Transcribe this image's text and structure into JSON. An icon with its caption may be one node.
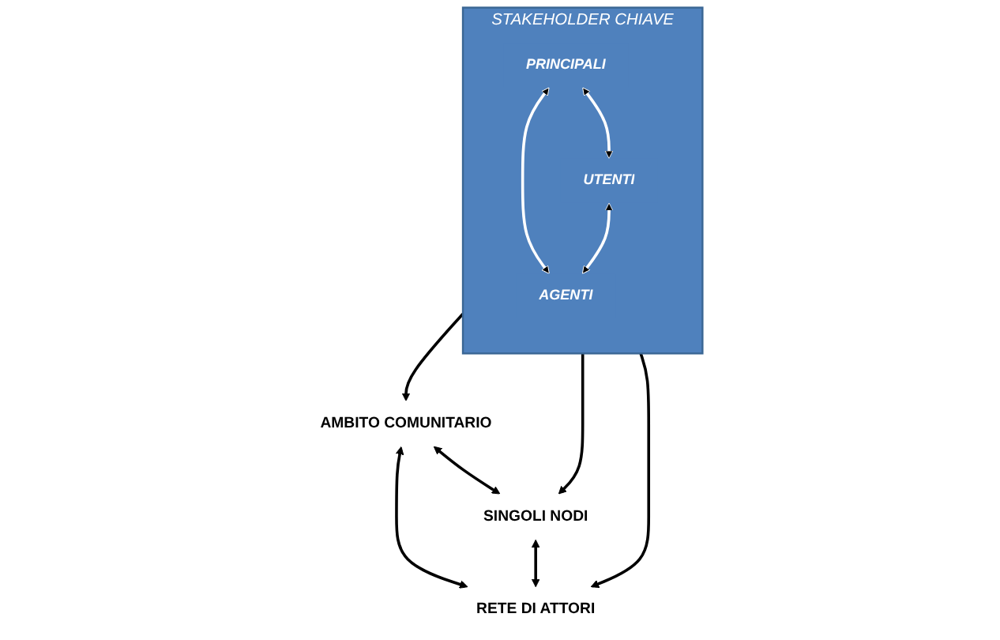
{
  "diagram": {
    "nodes": [
      {
        "text": [
          "AMBITO COMUNITARIO"
        ]
      },
      {
        "text": [
          "STAKEHOLDER CHIAVE"
        ]
      },
      {
        "text": [
          "PRINCIPALI"
        ],
        "in": 1
      },
      {
        "text": [
          "UTENTI"
        ],
        "in": 1
      },
      {
        "text": [
          "AGENTI"
        ],
        "in": 1
      },
      {
        "text": [
          "SINGOLI NODI"
        ]
      },
      {
        "text": [
          "RETE DI ATTORI"
        ]
      }
    ],
    "edges": [
      {
        "from": 1,
        "to": 0,
        "arrow": "to"
      },
      {
        "from": 5,
        "to": 0,
        "arrow": "both"
      },
      {
        "from": 6,
        "to": 0,
        "arrow": "both"
      },
      {
        "from": 1,
        "to": 5,
        "arrow": "to"
      },
      {
        "from": 1,
        "to": 6,
        "arrow": "to"
      },
      {
        "from": 5,
        "to": 6,
        "arrow": "both"
      },
      {
        "from": 2,
        "to": 3,
        "arrow": "both",
        "color": "#ffffff"
      },
      {
        "from": 2,
        "to": 4,
        "arrow": "both",
        "color": "#ffffff"
      },
      {
        "from": 3,
        "to": 4,
        "arrow": "both",
        "color": "#ffffff"
      }
    ]
  }
}
